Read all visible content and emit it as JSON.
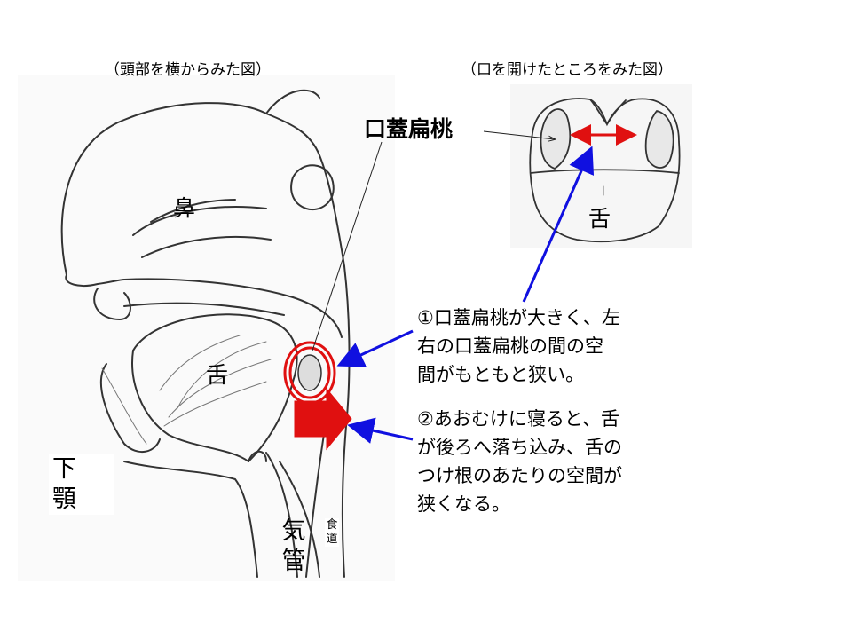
{
  "captions": {
    "side_view": "（頭部を横からみた図）",
    "mouth_view": "（口を開けたところをみた図）"
  },
  "labels": {
    "tonsil": "口蓋扁桃",
    "nose": "鼻",
    "tongue_side": "舌",
    "tongue_mouth": "舌",
    "jaw": "下顎",
    "trachea": "気管",
    "esophagus": "食道"
  },
  "notes": {
    "note1": [
      "①口蓋扁桃が大きく、左",
      "右の口蓋扁桃の間の空",
      "間がもともと狭い。"
    ],
    "note2": [
      "②あおむけに寝ると、舌",
      "が後ろへ落ち込み、舌の",
      "つけ根のあたりの空間が",
      "狭くなる。"
    ]
  },
  "colors": {
    "arrow_blue": "#1010e0",
    "arrow_red": "#e01010",
    "line": "#222222"
  }
}
